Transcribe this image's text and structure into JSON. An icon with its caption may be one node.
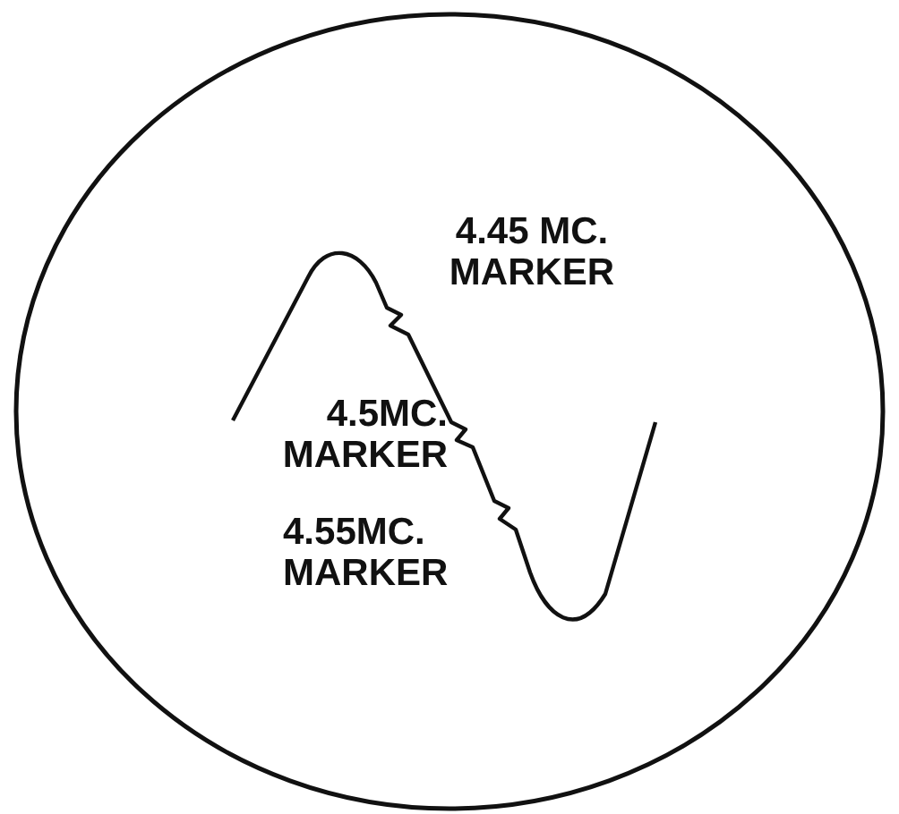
{
  "diagram": {
    "labels": [
      "4.45 MC. MARKER",
      "4.5MC. MARKER",
      "4.55MC. MARKER"
    ]
  }
}
